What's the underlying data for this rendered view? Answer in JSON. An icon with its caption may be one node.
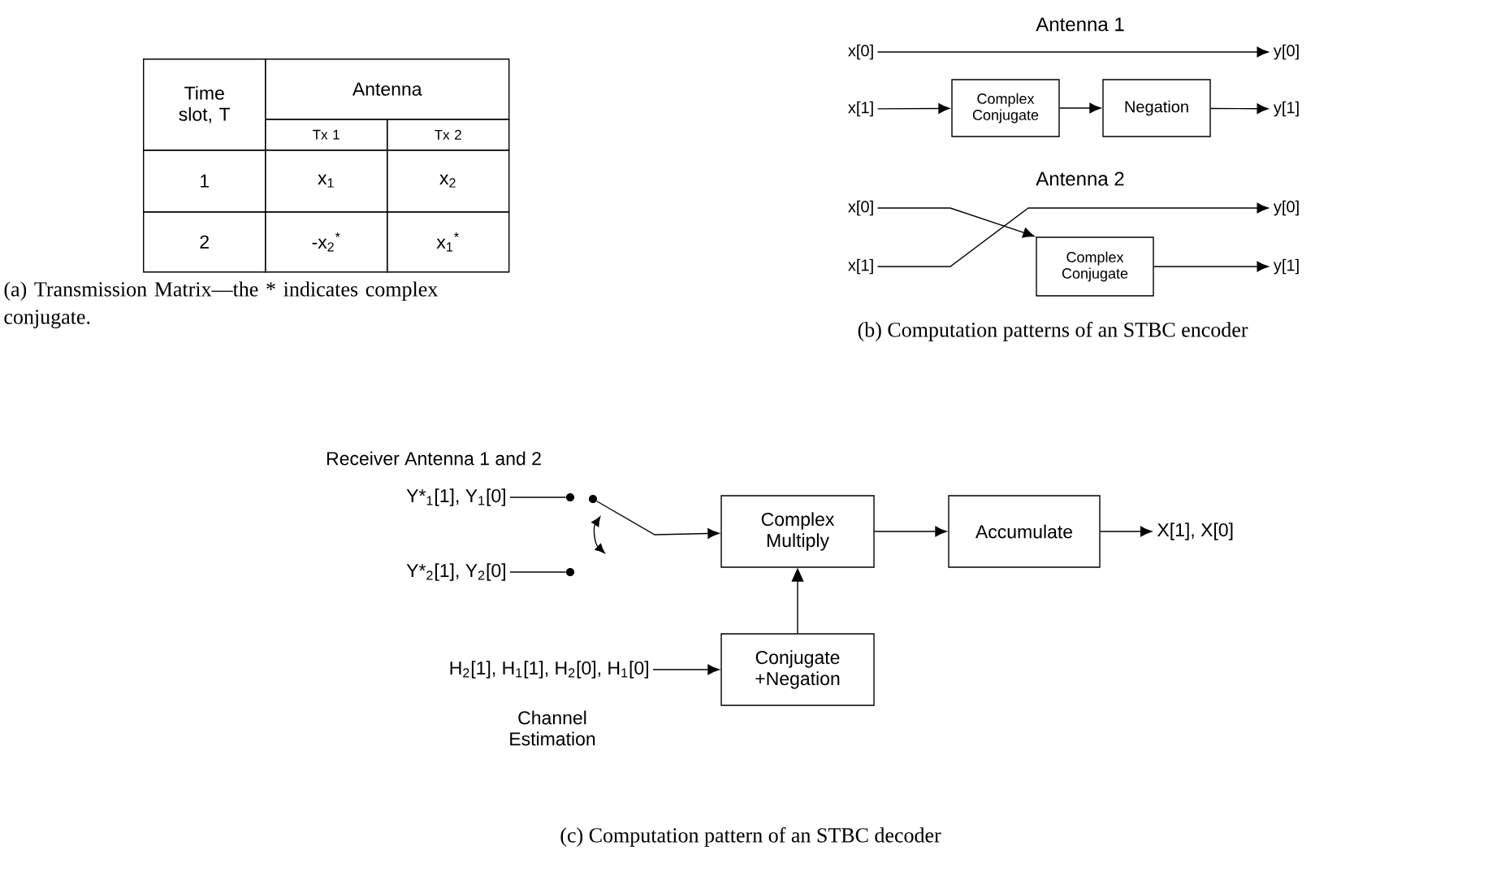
{
  "diagram": {
    "caption": "(c) Computation pattern of an STBC decoder",
    "nodes": [
      {
        "text": [
          "x[0]"
        ]
      },
      {
        "text": [
          "y[0]"
        ]
      },
      {
        "text": [
          "x[1]"
        ]
      },
      {
        "text": [
          "Complex Conjugate"
        ]
      },
      {
        "text": [
          "Negation"
        ]
      },
      {
        "text": [
          "y[1]"
        ]
      },
      {
        "text": [
          "x[0]"
        ]
      },
      {
        "text": [
          "y[0]"
        ]
      },
      {
        "text": [
          "x[1]"
        ]
      },
      {
        "text": [
          "Complex Conjugate"
        ]
      },
      {
        "text": [
          "y[1]"
        ]
      },
      {
        "text": [
          "Y*$_{1}$[1], Y$_{1}$[0]"
        ]
      },
      {
        "text": [],
        "shape": "circle"
      },
      {
        "text": [
          "Complex Multiply"
        ]
      },
      {
        "text": [
          "Accumulate"
        ]
      },
      {
        "text": [
          "X[1], X[0]"
        ]
      },
      {
        "text": [
          "Y*$_{2}$[1], Y$_{2}$[0]"
        ]
      },
      {
        "text": [
          "H$_{2}$[1], H$_{1}$[1], H$_{2}$[0], H$_{1}$[0]"
        ],
        "beside": [
          "Channel Estimation"
        ]
      },
      {
        "text": [
          "Conjugate +Negation"
        ]
      },
      {
        "text": [],
        "shape": "circle"
      },
      {
        "text": [],
        "shape": "circle"
      }
    ],
    "edges": [
      {
        "from": 0,
        "to": 1,
        "arrow": "to"
      },
      {
        "from": 2,
        "to": 3,
        "arrow": "to"
      },
      {
        "from": 3,
        "to": 4,
        "arrow": "to"
      },
      {
        "from": 4,
        "to": 5,
        "arrow": "to"
      },
      {
        "from": 6,
        "to": 9,
        "arrow": "to"
      },
      {
        "from": 8,
        "to": 7,
        "arrow": "to"
      },
      {
        "from": 9,
        "to": 10,
        "arrow": "to"
      },
      {
        "from": 11,
        "to": 19,
        "arrow": "none"
      },
      {
        "from": 12,
        "to": 13,
        "arrow": "to"
      },
      {
        "from": 13,
        "to": 14,
        "arrow": "to"
      },
      {
        "from": 14,
        "to": 15,
        "arrow": "to"
      },
      {
        "from": 16,
        "to": 20,
        "arrow": "none"
      },
      {
        "from": 17,
        "to": 18,
        "arrow": "to"
      },
      {
        "from": 18,
        "to": 13,
        "arrow": "to"
      }
    ],
    "labels": [
      "Time slot, T",
      "Antenna",
      "Tx 1",
      "Tx 2",
      "1",
      "x$_{1}$",
      "x$_{2}$",
      "2",
      "-x$_{2}$$^{*}$",
      "x$_{1}$$^{*}$",
      "(a) Transmission Matrix—the * indicates complex conjugate.",
      "Antenna 1",
      "Antenna 2",
      "(b) Computation patterns of an STBC encoder",
      "Receiver Antenna 1 and 2"
    ]
  }
}
